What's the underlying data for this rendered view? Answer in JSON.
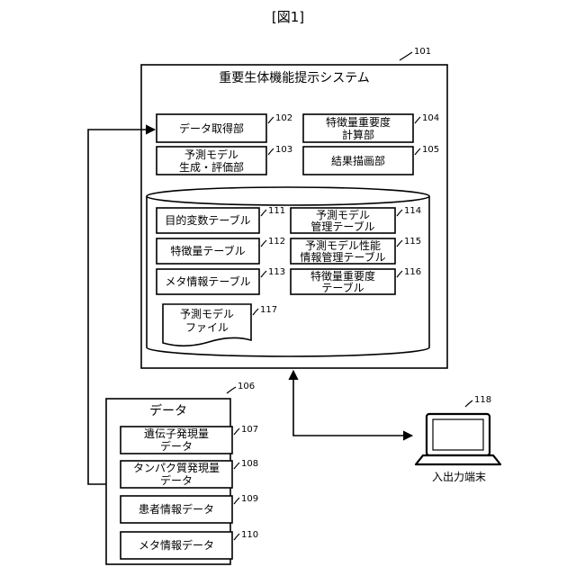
{
  "figure_label": "[図1]",
  "system": {
    "title": "重要生体機能提示システム",
    "ref": "101"
  },
  "units": [
    {
      "id": "data-acq",
      "lines": [
        "データ取得部"
      ],
      "ref": "102"
    },
    {
      "id": "model-gen",
      "lines": [
        "予測モデル",
        "生成・評価部"
      ],
      "ref": "103"
    },
    {
      "id": "importance-calc",
      "lines": [
        "特徴量重要度",
        "計算部"
      ],
      "ref": "104"
    },
    {
      "id": "result-draw",
      "lines": [
        "結果描画部"
      ],
      "ref": "105"
    }
  ],
  "database": {
    "tables": [
      {
        "id": "objective-var",
        "lines": [
          "目的変数テーブル"
        ],
        "ref": "111"
      },
      {
        "id": "feature",
        "lines": [
          "特徴量テーブル"
        ],
        "ref": "112"
      },
      {
        "id": "meta-info",
        "lines": [
          "メタ情報テーブル"
        ],
        "ref": "113"
      },
      {
        "id": "model-mgmt",
        "lines": [
          "予測モデル",
          "管理テーブル"
        ],
        "ref": "114"
      },
      {
        "id": "model-perf",
        "lines": [
          "予測モデル性能",
          "情報管理テーブル"
        ],
        "ref": "115"
      },
      {
        "id": "importance",
        "lines": [
          "特徴量重要度",
          "テーブル"
        ],
        "ref": "116"
      }
    ],
    "file": {
      "lines": [
        "予測モデル",
        "ファイル"
      ],
      "ref": "117"
    }
  },
  "data_group": {
    "title": "データ",
    "ref": "106",
    "items": [
      {
        "id": "gene-expr",
        "lines": [
          "遺伝子発現量",
          "データ"
        ],
        "ref": "107"
      },
      {
        "id": "protein-expr",
        "lines": [
          "タンパク質発現量",
          "データ"
        ],
        "ref": "108"
      },
      {
        "id": "patient-info",
        "lines": [
          "患者情報データ"
        ],
        "ref": "109"
      },
      {
        "id": "meta-data",
        "lines": [
          "メタ情報データ"
        ],
        "ref": "110"
      }
    ]
  },
  "terminal": {
    "label": "入出力端末",
    "ref": "118"
  }
}
